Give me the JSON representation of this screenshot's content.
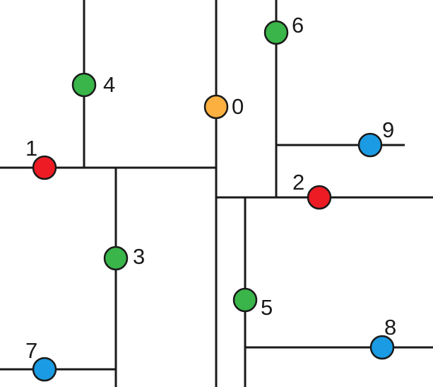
{
  "colors": {
    "line": "#1a1a1a",
    "orange": "#fbb040",
    "red": "#ed1c24",
    "green": "#39b54a",
    "blue": "#1b9be3"
  },
  "nodes": [
    {
      "label": "0",
      "color": "orange"
    },
    {
      "label": "1",
      "color": "red"
    },
    {
      "label": "2",
      "color": "red"
    },
    {
      "label": "3",
      "color": "green"
    },
    {
      "label": "4",
      "color": "green"
    },
    {
      "label": "5",
      "color": "green"
    },
    {
      "label": "6",
      "color": "green"
    },
    {
      "label": "7",
      "color": "blue"
    },
    {
      "label": "8",
      "color": "blue"
    },
    {
      "label": "9",
      "color": "blue"
    }
  ]
}
